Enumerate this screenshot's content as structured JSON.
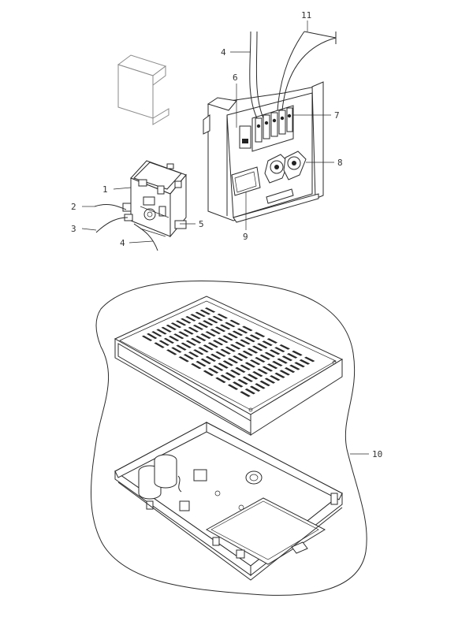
{
  "callouts": [
    {
      "id": "c1",
      "label": "1"
    },
    {
      "id": "c2",
      "label": "2"
    },
    {
      "id": "c3",
      "label": "3"
    },
    {
      "id": "c4a",
      "label": "4"
    },
    {
      "id": "c4b",
      "label": "4"
    },
    {
      "id": "c5",
      "label": "5"
    },
    {
      "id": "c6",
      "label": "6"
    },
    {
      "id": "c7",
      "label": "7"
    },
    {
      "id": "c8",
      "label": "8"
    },
    {
      "id": "c9",
      "label": "9"
    },
    {
      "id": "c10",
      "label": "10"
    },
    {
      "id": "c11",
      "label": "11"
    }
  ]
}
